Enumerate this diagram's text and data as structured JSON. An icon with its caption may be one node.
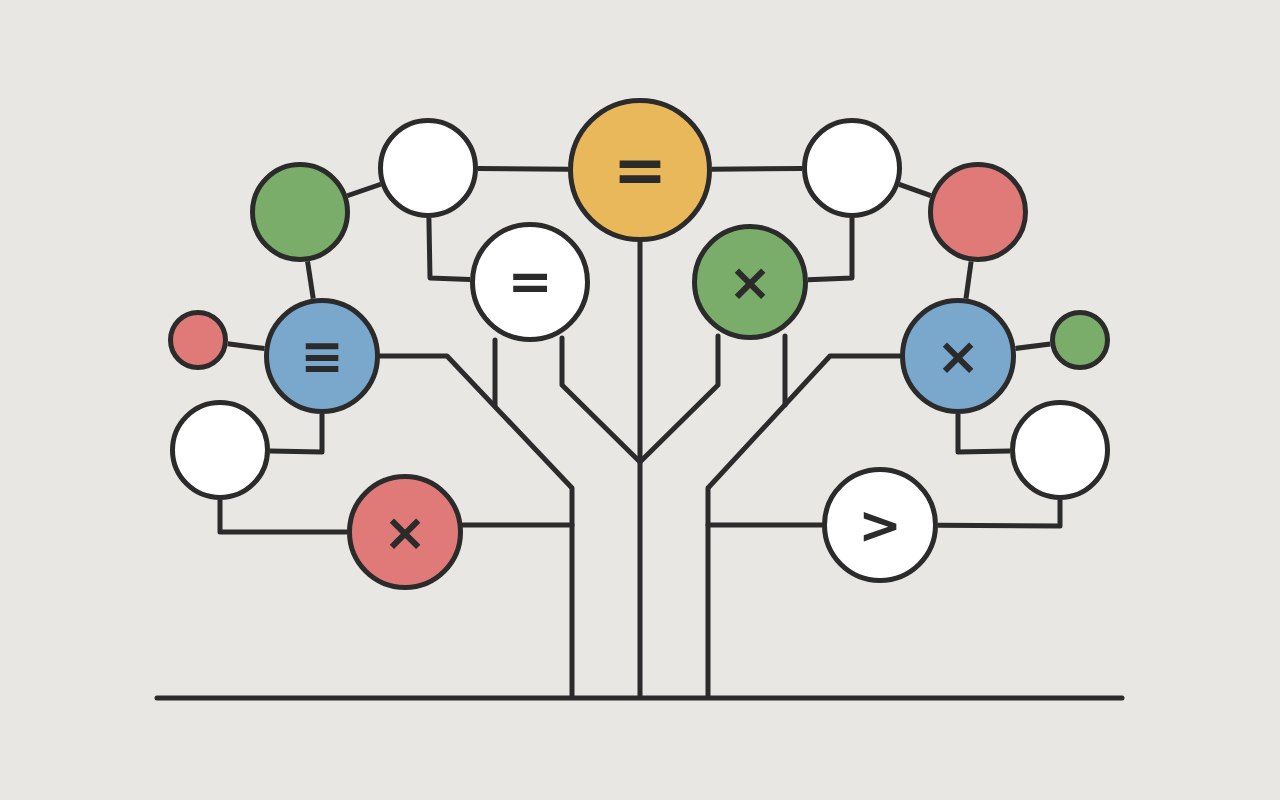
{
  "diagram": {
    "nodes": [
      {
        "text": [
          "="
        ]
      },
      {
        "text": [],
        "shape": "circle"
      },
      {
        "text": [],
        "shape": "circle"
      },
      {
        "text": [],
        "shape": "circle"
      },
      {
        "text": [],
        "shape": "circle"
      },
      {
        "text": [
          "="
        ]
      },
      {
        "text": [
          "×"
        ]
      },
      {
        "text": [],
        "shape": "circle"
      },
      {
        "text": [
          "≡"
        ]
      },
      {
        "text": [
          "×"
        ]
      },
      {
        "text": [],
        "shape": "circle"
      },
      {
        "text": [],
        "shape": "circle"
      },
      {
        "text": [],
        "shape": "circle"
      },
      {
        "text": [
          "×"
        ]
      },
      {
        "text": [
          ">"
        ]
      }
    ],
    "edges": [
      {
        "from": 0,
        "to": 1,
        "arrow": "none"
      },
      {
        "from": 0,
        "to": 2,
        "arrow": "none"
      },
      {
        "from": 1,
        "to": 3,
        "arrow": "none"
      },
      {
        "from": 2,
        "to": 4,
        "arrow": "none"
      },
      {
        "from": 3,
        "to": 8,
        "arrow": "none"
      },
      {
        "from": 4,
        "to": 9,
        "arrow": "none"
      },
      {
        "from": 7,
        "to": 8,
        "arrow": "none"
      },
      {
        "from": 9,
        "to": 10,
        "arrow": "none"
      },
      {
        "from": 1,
        "to": 5,
        "arrow": "none"
      },
      {
        "from": 2,
        "to": 6,
        "arrow": "none"
      },
      {
        "from": 8,
        "to": 11,
        "arrow": "none"
      },
      {
        "from": 9,
        "to": 12,
        "arrow": "none"
      },
      {
        "from": 11,
        "to": 13,
        "arrow": "none"
      },
      {
        "from": 12,
        "to": 14,
        "arrow": "none"
      }
    ]
  }
}
